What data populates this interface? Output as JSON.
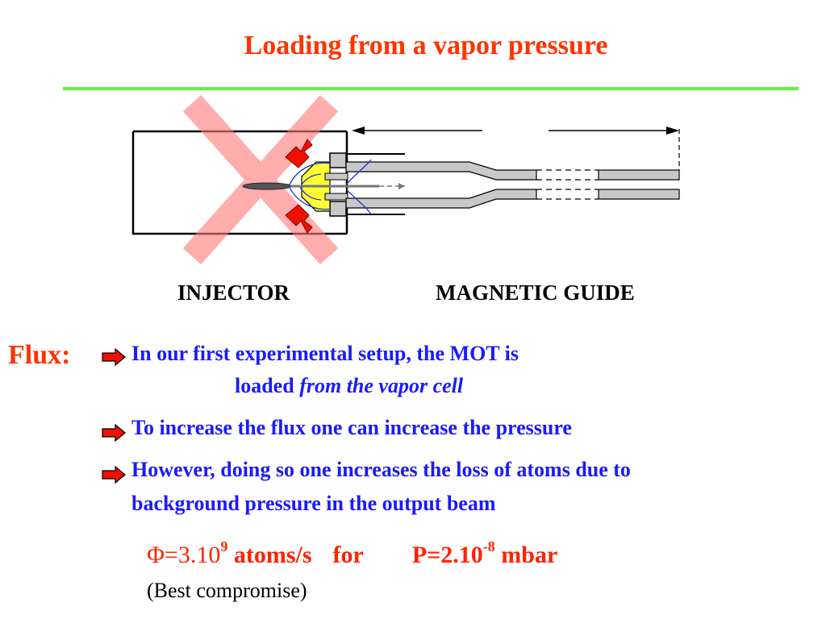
{
  "title": "Loading from a vapor pressure",
  "diagram": {
    "injector_label": "INJECTOR",
    "guide_label": "MAGNETIC GUIDE"
  },
  "flux": {
    "label": "Flux:",
    "bullets": [
      {
        "line1": "In our first experimental setup, the MOT is",
        "line2_plain": "loaded ",
        "line2_italic": "from the vapor cell"
      },
      {
        "line1": "To increase the flux one can increase the pressure"
      },
      {
        "line1": "However, doing so one increases the loss of atoms due to",
        "line2": "background pressure in the output beam"
      }
    ]
  },
  "formula": {
    "phi_prefix": "Φ=3.10",
    "phi_exp": "9",
    "phi_unit": " atoms/s",
    "for": "for",
    "p_prefix": "P=2.10",
    "p_exp": "-8",
    "p_unit": " mbar"
  },
  "compromise": "(Best compromise)",
  "colors": {
    "title": "#ff3300",
    "rule": "#66ee44",
    "bullet_text": "#1a1aff",
    "formula": "#ff2200",
    "cross": "#ff9999",
    "arrow_fill": "#ee1100",
    "injector_fill": "#ffff33"
  }
}
